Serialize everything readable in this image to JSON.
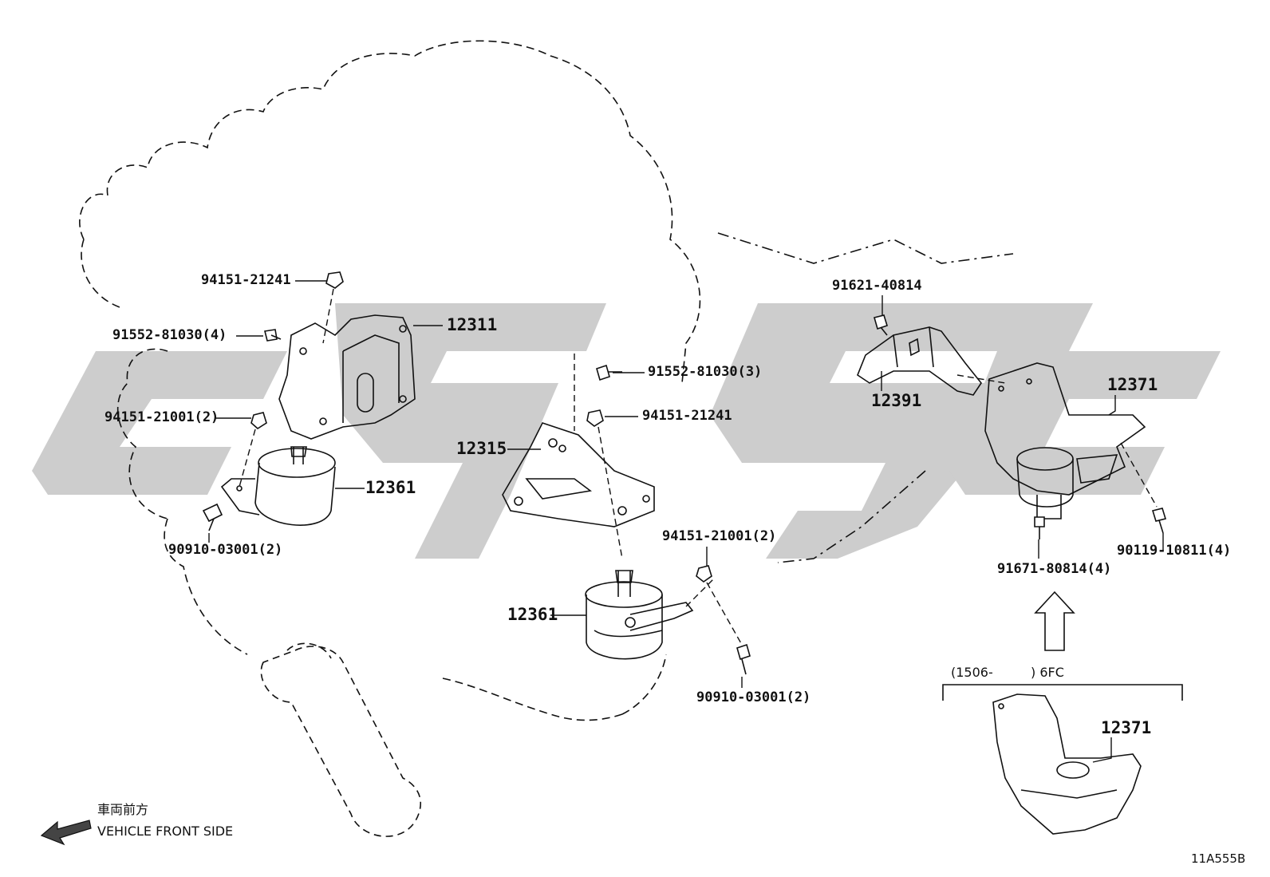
{
  "colors": {
    "line": "#111111",
    "watermark": "#c8c8c8",
    "background": "#ffffff"
  },
  "watermark": {
    "name": "gray-logo-watermark"
  },
  "labels": {
    "p94151_21241_a": "94151-21241",
    "p91552_81030_4": "91552-81030(4)",
    "p12311": "12311",
    "p94151_21001_2_a": "94151-21001(2)",
    "p12361_a": "12361",
    "p90910_03001_2_a": "90910-03001(2)",
    "p91552_81030_3": "91552-81030(3)",
    "p94151_21241_b": "94151-21241",
    "p12315": "12315",
    "p94151_21001_2_b": "94151-21001(2)",
    "p12361_b": "12361",
    "p90910_03001_2_b": "90910-03001(2)",
    "p91621_40814": "91621-40814",
    "p12391": "12391",
    "p12371_a": "12371",
    "p91671_80814_4": "91671-80814(4)",
    "p90119_10811_4": "90119-10811(4)",
    "p12371_b": "12371"
  },
  "applicability": {
    "left": "(1506-",
    "right": ") 6FC"
  },
  "direction": {
    "japanese": "車両前方",
    "english": "VEHICLE FRONT SIDE"
  },
  "illustration_code": "11A555B"
}
